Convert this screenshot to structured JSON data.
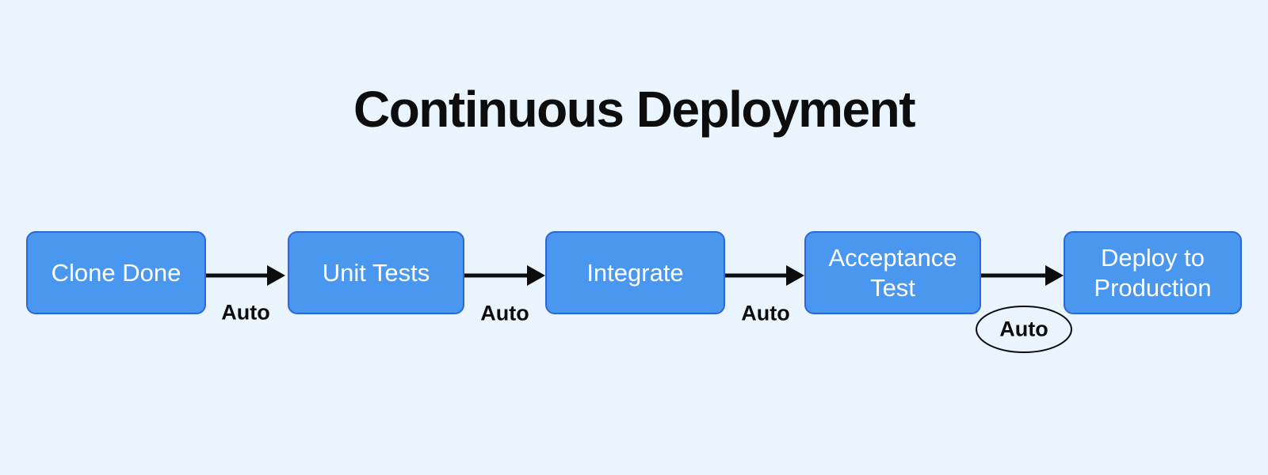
{
  "title": "Continuous Deployment",
  "colors": {
    "background": "#e9f4fd",
    "node_fill": "#4a97f0",
    "node_border": "#2d66d9",
    "node_text": "#ffffff",
    "arrow": "#0d0d0d",
    "title_text": "#0d0d0d",
    "label_text": "#0d0d0d"
  },
  "nodes": [
    {
      "label": "Clone Done"
    },
    {
      "label": "Unit Tests"
    },
    {
      "label": "Integrate"
    },
    {
      "label": "Acceptance Test"
    },
    {
      "label": "Deploy to Production"
    }
  ],
  "connectors": [
    {
      "from": "Clone Done",
      "to": "Unit Tests",
      "label": "Auto",
      "label_style": "plain"
    },
    {
      "from": "Unit Tests",
      "to": "Integrate",
      "label": "Auto",
      "label_style": "plain"
    },
    {
      "from": "Integrate",
      "to": "Acceptance Test",
      "label": "Auto",
      "label_style": "plain"
    },
    {
      "from": "Acceptance Test",
      "to": "Deploy to Production",
      "label": "Auto",
      "label_style": "ellipse"
    }
  ]
}
